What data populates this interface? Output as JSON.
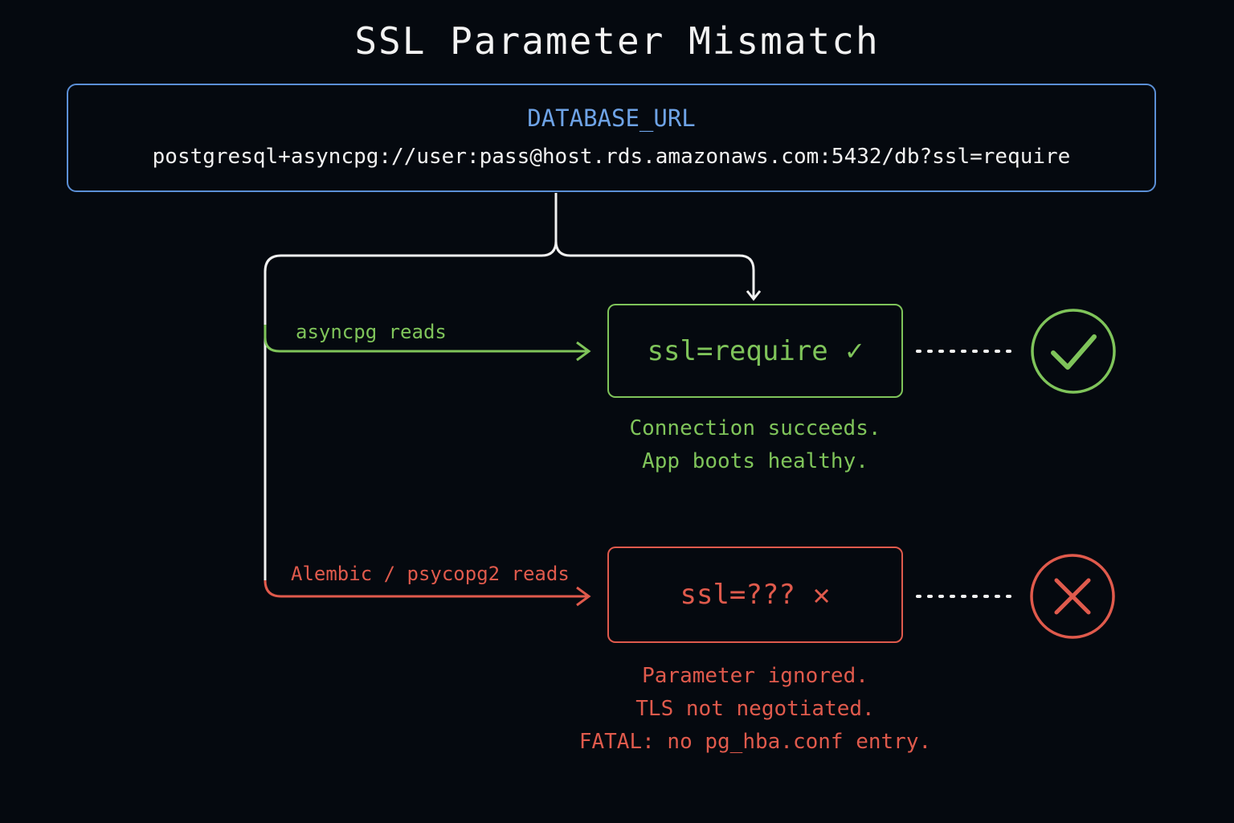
{
  "title": "SSL Parameter Mismatch",
  "database_url": {
    "label": "DATABASE_URL",
    "value": "postgresql+asyncpg://user:pass@host.rds.amazonaws.com:5432/db?ssl=require"
  },
  "paths": {
    "ok": {
      "label": "asyncpg reads",
      "result": "ssl=require",
      "mark": "✓",
      "notes": [
        "Connection succeeds.",
        "App boots healthy."
      ],
      "status_icon": "check-circle-icon",
      "color": "#7fc45a"
    },
    "fail": {
      "label": "Alembic / psycopg2 reads",
      "result": "ssl=???",
      "mark": "✕",
      "notes": [
        "Parameter ignored.",
        "TLS not negotiated.",
        "FATAL: no pg_hba.conf entry."
      ],
      "status_icon": "x-circle-icon",
      "color": "#e05a4c"
    }
  },
  "colors": {
    "background": "#05090f",
    "url_border": "#5b8fd6",
    "connector": "#f2f2f2"
  }
}
